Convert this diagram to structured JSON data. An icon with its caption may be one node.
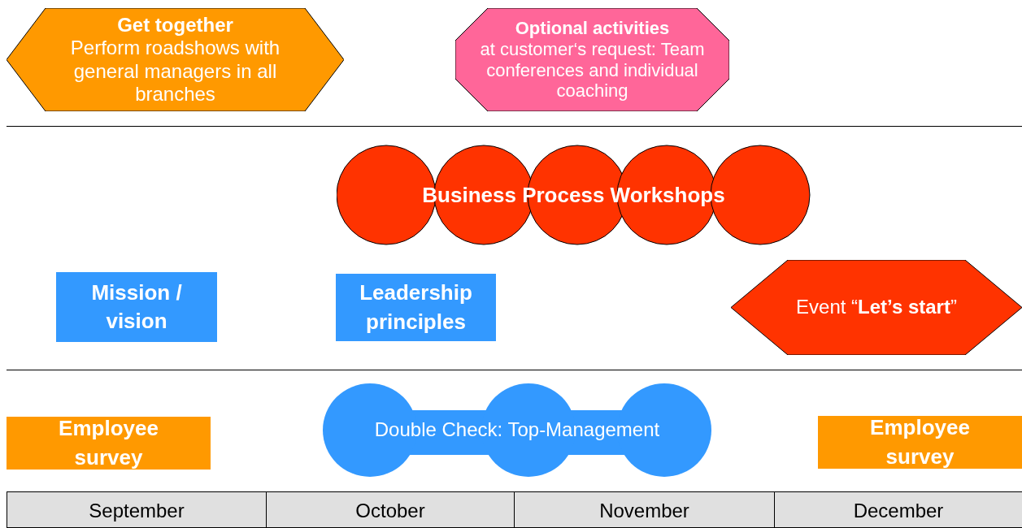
{
  "diagram": {
    "nodes": [
      {
        "text": [
          "Get together",
          "Perform roadshows with general managers in all branches"
        ]
      },
      {
        "text": [
          "Optional activities",
          "at customer‘s request: Team conferences and individual coaching"
        ]
      },
      {
        "text": [
          "Business Process Workshops"
        ]
      },
      {
        "text": [
          "Mission / vision"
        ]
      },
      {
        "text": [
          "Leadership principles"
        ]
      },
      {
        "text": [
          "Event “**Let’s start**”"
        ]
      },
      {
        "text": [
          "Employee survey"
        ]
      },
      {
        "text": [
          "Double Check: Top-Management"
        ]
      },
      {
        "text": [
          "Employee survey"
        ]
      }
    ],
    "edges": [],
    "labels": [
      "September",
      "October",
      "November",
      "December"
    ]
  }
}
